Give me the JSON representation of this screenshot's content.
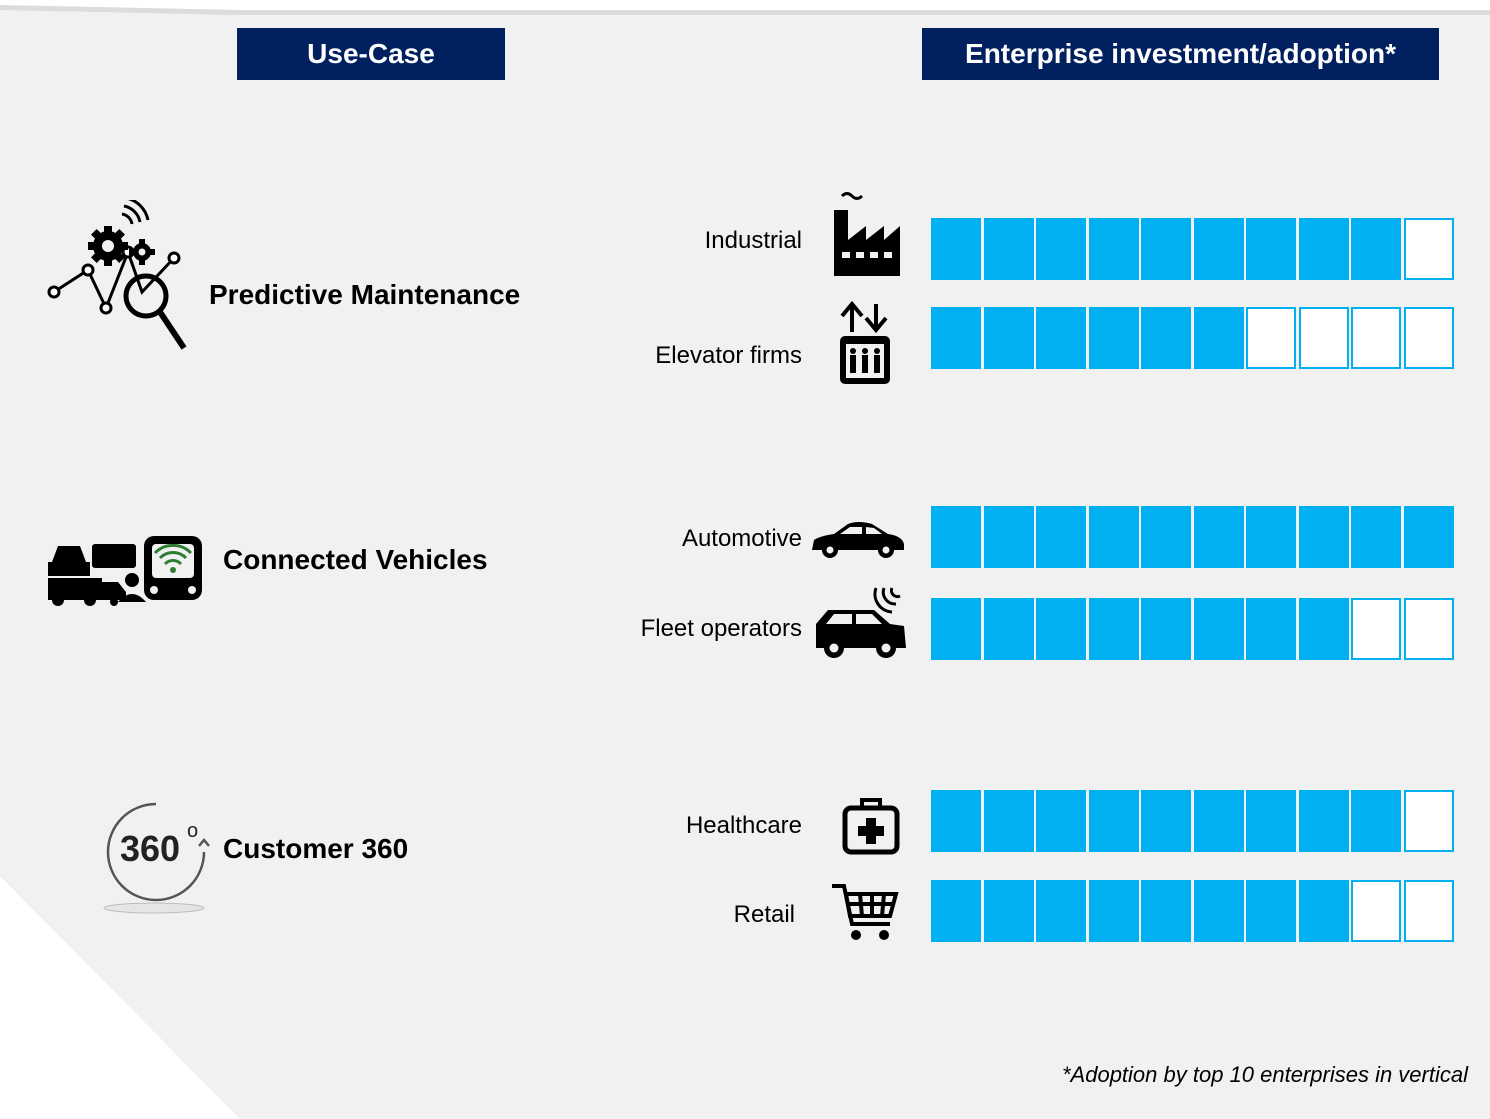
{
  "headers": {
    "use_case": "Use-Case",
    "adoption": "Enterprise investment/adoption*"
  },
  "use_cases": [
    {
      "label": "Predictive Maintenance",
      "icon": "predictive-maintenance-icon"
    },
    {
      "label": "Connected Vehicles",
      "icon": "connected-vehicles-icon"
    },
    {
      "label": "Customer 360",
      "icon": "customer-360-icon",
      "icon_text": "360",
      "icon_sup": "o"
    }
  ],
  "chart_data": {
    "type": "bar",
    "unit": "enterprises out of top 10",
    "max": 10,
    "categories": [
      "Industrial",
      "Elevator firms",
      "Automotive",
      "Fleet operators",
      "Healthcare",
      "Retail"
    ],
    "values": [
      9,
      6,
      10,
      8,
      9,
      8
    ]
  },
  "industry_icons": [
    "factory-icon",
    "elevator-icon",
    "car-icon",
    "connected-suv-icon",
    "medical-kit-icon",
    "shopping-cart-icon"
  ],
  "colors": {
    "header_bg": "#002060",
    "bar_fill": "#00b0f0",
    "panel_bg": "#f1f1f1"
  },
  "footnote": "*Adoption by top 10 enterprises in vertical"
}
